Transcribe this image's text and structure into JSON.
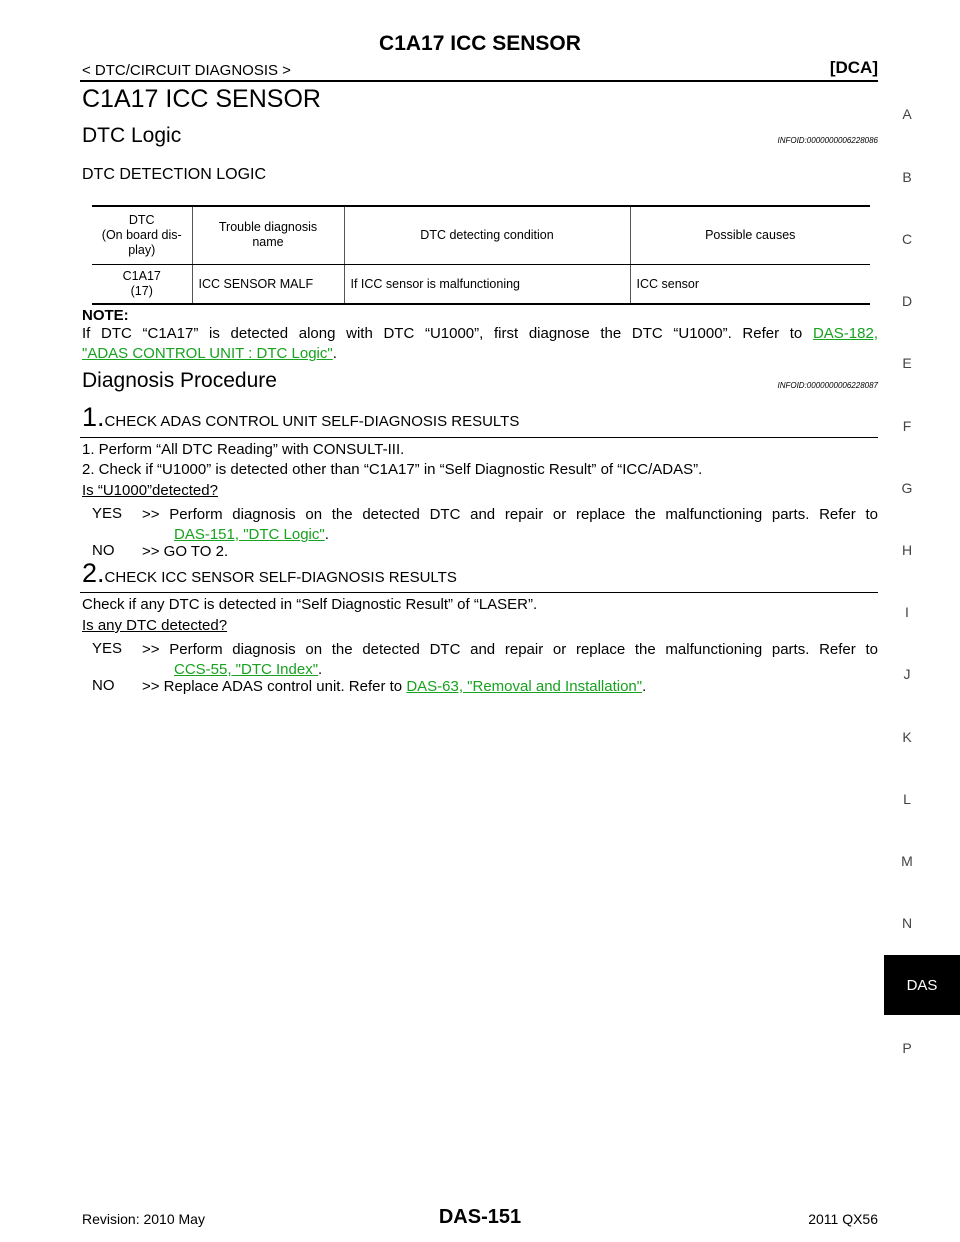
{
  "header": {
    "title": "C1A17 ICC SENSOR",
    "breadcrumb": "< DTC/CIRCUIT DIAGNOSIS >",
    "code": "[DCA]"
  },
  "side_index": {
    "letters": [
      "A",
      "B",
      "C",
      "D",
      "E",
      "F",
      "G",
      "H",
      "I",
      "J",
      "K",
      "L",
      "M",
      "N",
      "P"
    ],
    "active": "DAS"
  },
  "main": {
    "heading": "C1A17 ICC SENSOR",
    "dtc_logic": {
      "title": "DTC Logic",
      "infoid": "INFOID:0000000006228086",
      "subheading": "DTC DETECTION LOGIC",
      "table": {
        "headers": [
          "DTC\n(On board dis-\nplay)",
          "Trouble diagnosis\nname",
          "DTC detecting condition",
          "Possible causes"
        ],
        "rows": [
          [
            "C1A17\n(17)",
            "ICC SENSOR MALF",
            "If ICC sensor is malfunctioning",
            "ICC sensor"
          ]
        ]
      },
      "note_label": "NOTE:",
      "note_line1_text": "If DTC “C1A17” is detected along with DTC “U1000”, first diagnose the DTC “U1000”. Refer to",
      "note_line1_link": "DAS-182,",
      "note_line2_link": "\"ADAS CONTROL UNIT : DTC Logic\"",
      "note_line2_tail": "."
    },
    "diagnosis": {
      "title": "Diagnosis Procedure",
      "infoid": "INFOID:0000000006228087",
      "step1": {
        "num": "1.",
        "title": "CHECK ADAS CONTROL UNIT SELF-DIAGNOSIS RESULTS",
        "items": [
          "1. Perform “All DTC Reading” with CONSULT-III.",
          "2. Check if “U1000” is detected other than “C1A17” in “Self Diagnostic Result” of “ICC/ADAS”."
        ],
        "question": "Is “U1000”detected?",
        "yes_label": "YES",
        "yes_text": ">> Perform diagnosis on the detected DTC and repair or replace the malfunctioning parts. Refer to",
        "yes_link": "DAS-151, \"DTC Logic\"",
        "yes_tail": ".",
        "no_label": "NO",
        "no_text": ">> GO TO 2."
      },
      "step2": {
        "num": "2.",
        "title": "CHECK ICC SENSOR SELF-DIAGNOSIS RESULTS",
        "text": "Check if any DTC is detected in “Self Diagnostic Result” of “LASER”.",
        "question": "Is any DTC detected?",
        "yes_label": "YES",
        "yes_text": ">> Perform diagnosis on the detected DTC and repair or replace the malfunctioning parts. Refer to",
        "yes_link": "CCS-55, \"DTC Index\"",
        "yes_tail": ".",
        "no_label": "NO",
        "no_text": ">> Replace ADAS control unit. Refer to",
        "no_link": "DAS-63, \"Removal and Installation\"",
        "no_tail": "."
      }
    }
  },
  "footer": {
    "revision": "Revision: 2010 May",
    "page": "DAS-151",
    "model": "2011 QX56"
  },
  "colors": {
    "link": "#17a21f",
    "tab_bg": "#000000",
    "tab_text": "#ffffff"
  }
}
